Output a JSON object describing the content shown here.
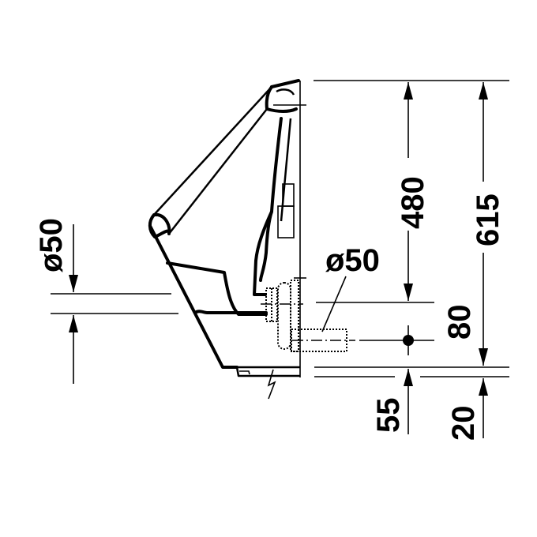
{
  "drawing": {
    "subject": "Wall-hung urinal side view technical drawing",
    "units": "mm",
    "line_color": "#000000",
    "background": "#ffffff"
  },
  "dimensions": {
    "left_inlet_diameter": "ø50",
    "outlet_diameter": "ø50",
    "top_to_outlet": "480",
    "overall_height": "615",
    "outlet_to_centerline": "80",
    "bottom_to_floor_line": "55",
    "bottom_offset": "20"
  },
  "symbols": {
    "electrical": "lightning-bolt-icon",
    "center_point": "filled-dot"
  }
}
